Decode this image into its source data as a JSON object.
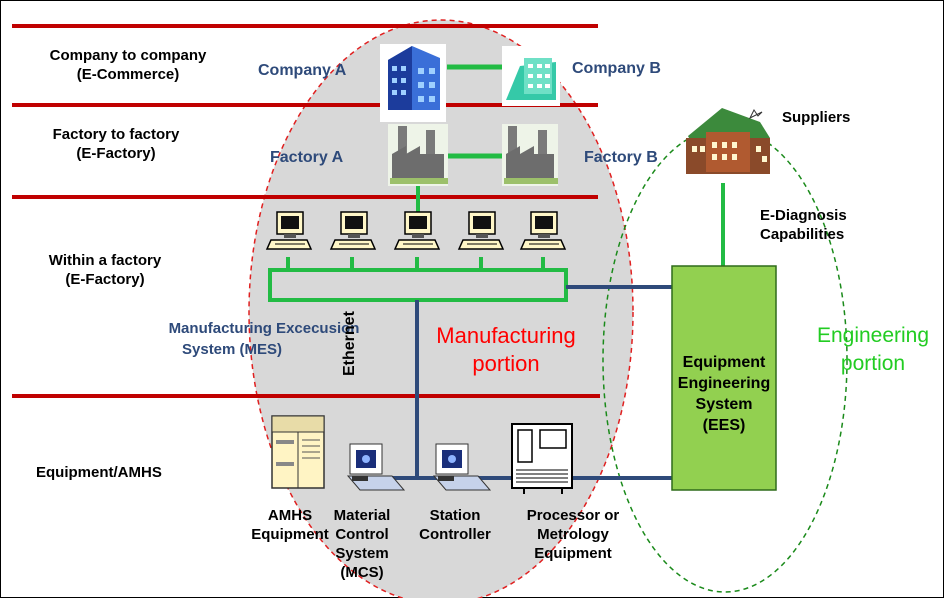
{
  "rows": {
    "c2c_title": "Company to company",
    "c2c_sub": "(E-Commerce)",
    "f2f_title": "Factory to factory",
    "f2f_sub": "(E-Factory)",
    "within_title": "Within a factory",
    "within_sub": "(E-Factory)",
    "equipment": "Equipment/AMHS"
  },
  "nodes": {
    "company_a": "Company A",
    "company_b": "Company B",
    "factory_a": "Factory A",
    "factory_b": "Factory B",
    "suppliers": "Suppliers",
    "e_diagnosis_1": "E-Diagnosis",
    "e_diagnosis_2": "Capabilities",
    "mes_1": "Manufacturing Excecusion",
    "mes_2": "System (MES)",
    "ethernet": "Ethernet",
    "ees_1": "Equipment",
    "ees_2": "Engineering",
    "ees_3": "System",
    "ees_4": "(EES)",
    "amhs_1": "AMHS",
    "amhs_2": "Equipment",
    "mcs_1": "Material",
    "mcs_2": "Control",
    "mcs_3": "System",
    "mcs_4": "(MCS)",
    "station_1": "Station",
    "station_2": "Controller",
    "proc_1": "Processor or",
    "proc_2": "Metrology",
    "proc_3": "Equipment"
  },
  "regions": {
    "manufacturing_1": "Manufacturing",
    "manufacturing_2": "portion",
    "engineering_1": "Engineering",
    "engineering_2": "portion"
  },
  "colors": {
    "divider": "#c00000",
    "network_green": "#22bb44",
    "network_blue": "#2e4a7a",
    "ees_fill": "#92d050",
    "region_gray": "#d8d8d8"
  }
}
